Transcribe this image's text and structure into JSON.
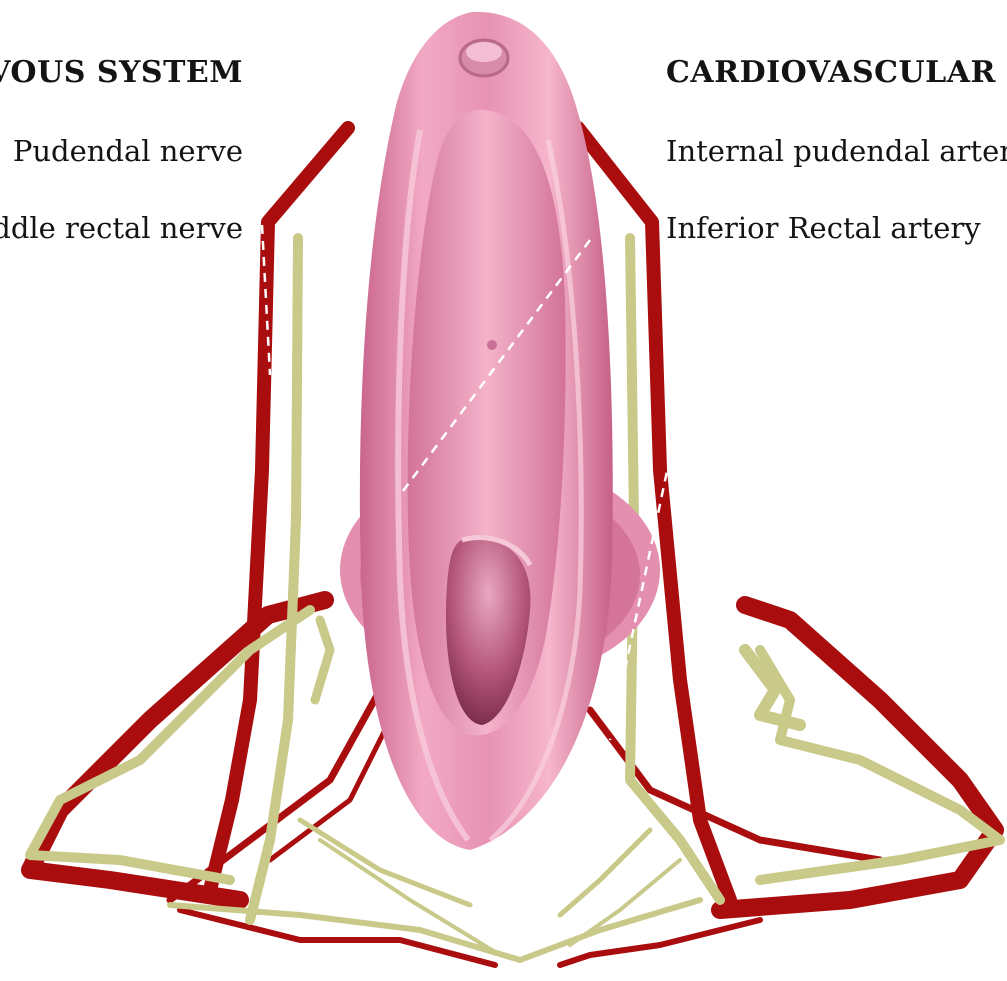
{
  "left_panel": {
    "heading": "VOUS SYSTEM",
    "items": [
      "Pudendal nerve",
      "ddle rectal nerve"
    ]
  },
  "right_panel": {
    "heading": "CARDIOVASCULAR S",
    "items": [
      "Internal pudendal artery",
      "Inferior Rectal artery"
    ]
  },
  "colors": {
    "artery": "#a90d0d",
    "nerve": "#c9c98a",
    "organ": "#e58fb0",
    "leader": "#ffffff"
  }
}
